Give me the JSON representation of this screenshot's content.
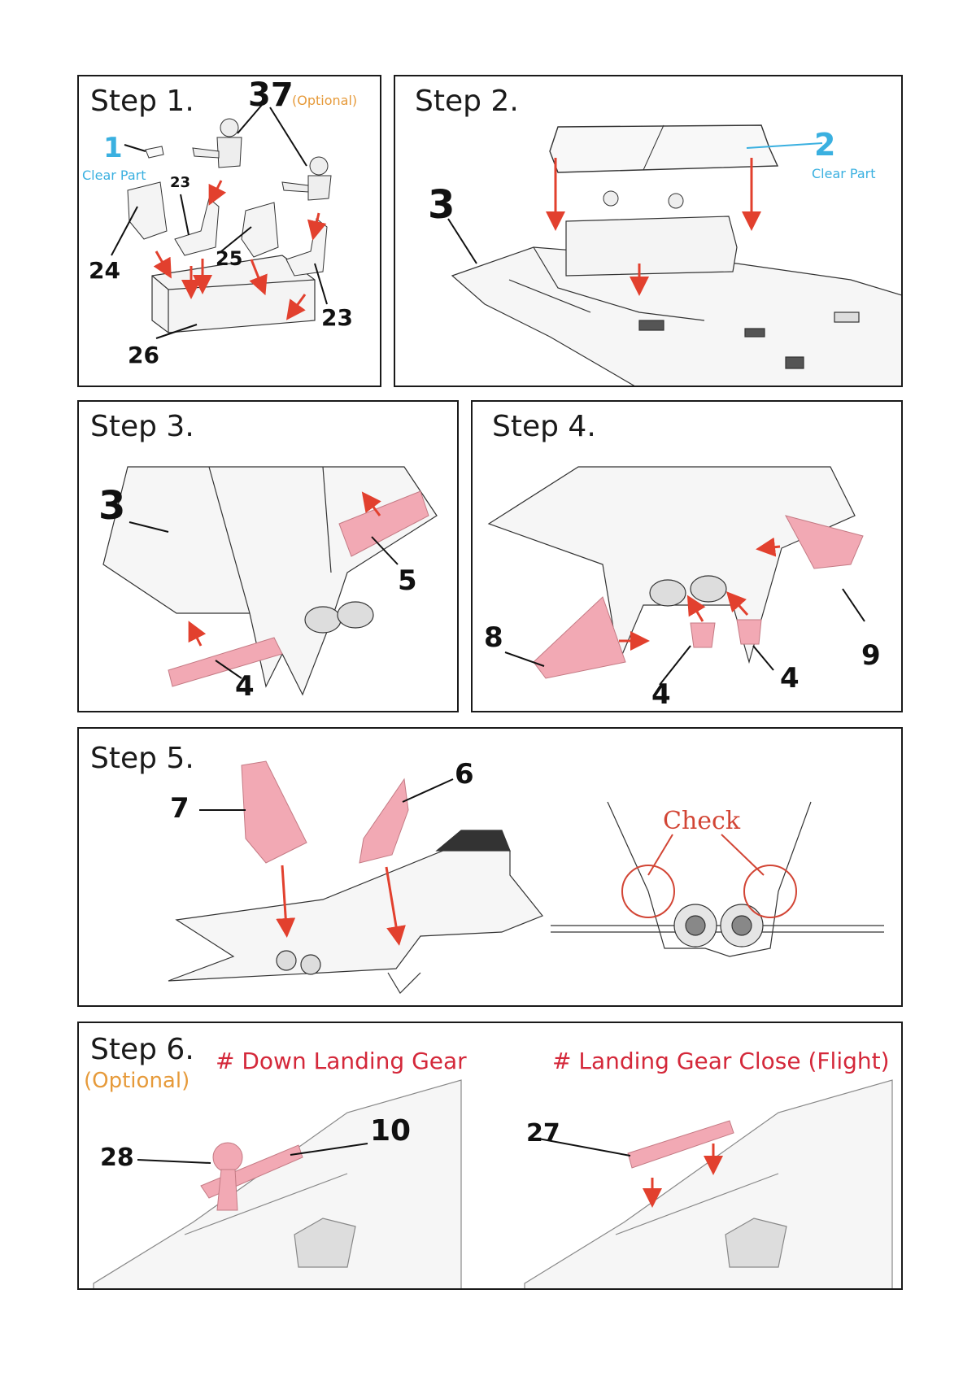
{
  "steps": {
    "s1": {
      "title": "Step 1.",
      "n37": "37",
      "optional": "(Optional)",
      "n1": "1",
      "clear": "Clear Part",
      "n23a": "23",
      "n24": "24",
      "n25": "25",
      "n23b": "23",
      "n26": "26"
    },
    "s2": {
      "title": "Step 2.",
      "n2": "2",
      "clear": "Clear Part",
      "n3": "3"
    },
    "s3": {
      "title": "Step 3.",
      "n3": "3",
      "n5": "5",
      "n4": "4"
    },
    "s4": {
      "title": "Step 4.",
      "n8": "8",
      "n9": "9",
      "n4a": "4",
      "n4b": "4"
    },
    "s5": {
      "title": "Step 5.",
      "n7": "7",
      "n6": "6",
      "check": "Check"
    },
    "s6": {
      "title": "Step 6.",
      "optional": "(Optional)",
      "down_gear": "#  Down Landing Gear",
      "close_gear": "#  Landing Gear Close (Flight)",
      "n28": "28",
      "n10": "10",
      "n27": "27"
    }
  },
  "colors": {
    "arrow": "#e2402e",
    "part": "#f2a9b4",
    "blue": "#3ab0e0",
    "orange": "#e69a3a",
    "red_text": "#d4283a"
  }
}
